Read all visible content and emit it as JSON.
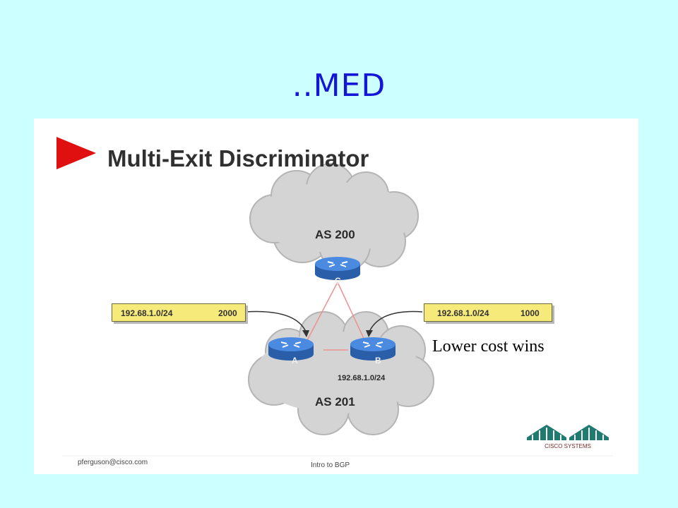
{
  "slide": {
    "title": "..MED"
  },
  "diagram": {
    "heading": "Multi-Exit Discriminator",
    "as_top": "AS 200",
    "as_bottom": "AS 201",
    "routers": {
      "a": "A",
      "b": "B",
      "c": "C"
    },
    "subnet": "192.68.1.0/24",
    "med_left": {
      "prefix": "192.68.1.0/24",
      "metric": "2000"
    },
    "med_right": {
      "prefix": "192.68.1.0/24",
      "metric": "1000"
    },
    "footer_left": "pferguson@cisco.com",
    "footer_center": "Intro to BGP",
    "logo_text": "CISCO SYSTEMS"
  },
  "annotation": "Lower cost wins",
  "colors": {
    "background": "#ccffff",
    "title": "#1515d8",
    "cloud": "#d2d2d2",
    "router": "#3a78c8",
    "link": "#f09090",
    "med_box": "#f6ea7a",
    "logo": "#1f7a70"
  }
}
